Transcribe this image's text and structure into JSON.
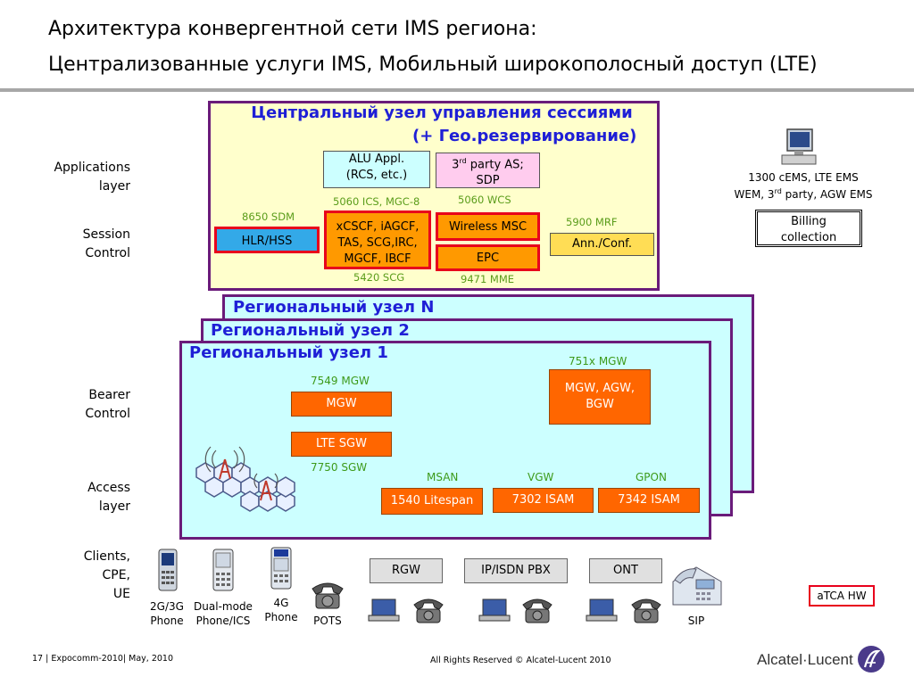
{
  "title": {
    "line1": "Архитектура конвергентной сети IMS региона:",
    "line2": "Централизованные услуги IMS, Мобильный широкополосный доступ (LTE)"
  },
  "layers": {
    "applications": [
      "Applications",
      "layer"
    ],
    "session": [
      "Session",
      "Control"
    ],
    "bearer": [
      "Bearer",
      "Control"
    ],
    "access": [
      "Access",
      "layer"
    ],
    "clients": [
      "Clients,",
      "CPE,",
      "UE"
    ]
  },
  "central_node": {
    "title": "Центральный узел управления сессиями",
    "subtitle": "(+ Гео.резервирование)",
    "alu_appl": [
      "ALU Appl.",
      "(RCS, etc.)"
    ],
    "third_party_as": {
      "sup": "rd",
      "pre": "3",
      "post": " party AS;",
      "line2": "SDP"
    },
    "label_ics": "5060 ICS, MGC-8",
    "label_wcs": "5060 WCS",
    "label_sdm": "8650 SDM",
    "label_mrf": "5900 MRF",
    "hlr": "HLR/HSS",
    "xcscf": [
      "xCSCF, iAGCF,",
      "TAS, SCG,IRC,",
      "MGCF, IBCF"
    ],
    "wireless_msc": "Wireless MSC",
    "epc": "EPC",
    "ann_conf": "Ann./Conf.",
    "label_scg": "5420 SCG",
    "label_mme": "9471 MME"
  },
  "management": {
    "line1": "1300 cEMS, LTE EMS",
    "line2_pre": "WEM, 3",
    "line2_sup": "rd",
    "line2_post": " party, AGW EMS",
    "billing": [
      "Billing",
      "collection"
    ]
  },
  "regional": {
    "node_n": "Региональный узел N",
    "node_2": "Региональный узел 2",
    "node_1": "Региональный узел 1",
    "label_7549": "7549 MGW",
    "mgw": "MGW",
    "lte_sgw": "LTE SGW",
    "label_7750": "7750 SGW",
    "label_751x": "751x MGW",
    "mgw_agw": [
      "MGW, AGW,",
      "BGW"
    ],
    "label_msan": "MSAN",
    "label_vgw": "VGW",
    "label_gpon": "GPON",
    "litespan": "1540 Litespan",
    "isam_7302": "7302 ISAM",
    "isam_7342": "7342 ISAM"
  },
  "clients": {
    "phone_2g3g": [
      "2G/3G",
      "Phone"
    ],
    "dual_mode": [
      "Dual-mode",
      "Phone/ICS"
    ],
    "phone_4g": [
      "4G",
      "Phone"
    ],
    "pots": "POTS",
    "rgw": "RGW",
    "pbx": "IP/ISDN PBX",
    "ont": "ONT",
    "sip": "SIP",
    "atca": "aTCA HW"
  },
  "footer": {
    "left": "17 | Expocomm-2010| May, 2010",
    "center": "All Rights Reserved © Alcatel-Lucent 2010",
    "brand": "Alcatel·Lucent"
  },
  "colors": {
    "title_blue": "#1f1fd6",
    "frame_purple": "#6a1b7a",
    "label_green": "#5a9c1a",
    "orange": "#ff6600",
    "red_border": "#e8001c",
    "central_bg": "#ffffcc",
    "regional_bg": "#ccffff"
  }
}
